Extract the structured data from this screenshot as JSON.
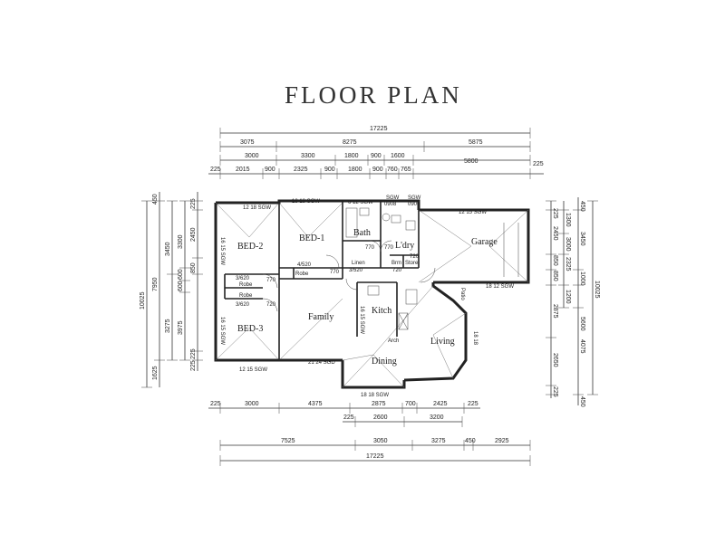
{
  "title": "FLOOR PLAN",
  "rooms": {
    "bed1": "BED-1",
    "bed2": "BED-2",
    "bed3": "BED-3",
    "bath": "Bath",
    "ldry": "L'dry",
    "garage": "Garage",
    "family": "Family",
    "kitch": "Kitch",
    "living": "Living",
    "dining": "Dining",
    "patio": "Patio"
  },
  "labels": {
    "robe1": "Robe",
    "robe2": "Robe",
    "robe3": "Robe",
    "linen": "Linen",
    "brm": "Brm",
    "store": "Store",
    "arch": "Arch",
    "d3620a": "3/620",
    "d3620b": "3/620",
    "d3520": "3/520",
    "d4520": "4/520",
    "d770a": "770",
    "d770b": "770",
    "d770c": "770",
    "d770d": "770",
    "d720a": "720",
    "d720b": "720",
    "d720c": "720",
    "w1218": "12 18 SGW",
    "w1818a": "18 18 SGW",
    "w612": "6 12 SGW",
    "sgw1": "SGW",
    "sgw2": "SGW",
    "w0908": "0908",
    "w0906": "0906",
    "w1215g": "12 15 SGW",
    "w1812": "18 12 SGW",
    "w1215b": "12 15 SGW",
    "w2124": "21 24 SGD",
    "w1818b": "18 18 SGW",
    "w1818c": "18 18",
    "w1615": "16 15 SGW",
    "w1615b": "16 15 SGW",
    "w1615c": "16 15 SGW"
  },
  "top_dims": {
    "row1": [
      "17225"
    ],
    "row2": [
      "3075",
      "8275",
      "5875"
    ],
    "row3": [
      "3000",
      "3300",
      "1800",
      "900",
      "1600",
      "5800"
    ],
    "row4": [
      "225",
      "2015",
      "900",
      "2325",
      "900",
      "1800",
      "900",
      "760",
      "765",
      "225"
    ]
  },
  "bottom_dims": {
    "row1": [
      "225",
      "3000",
      "4375",
      "2875",
      "700",
      "2425",
      "225"
    ],
    "row2": [
      "225",
      "2600",
      "3200"
    ],
    "row3": [
      "7525",
      "3050",
      "3275",
      "450",
      "2925"
    ],
    "row4": [
      "17225"
    ]
  },
  "left_dims": {
    "outer": [
      "10025"
    ],
    "mid": [
      "450",
      "7950",
      "1625"
    ],
    "inner1": [
      "3450",
      "3275"
    ],
    "inner2": [
      "3300",
      "600",
      "600",
      "3975"
    ],
    "inner3": [
      "225",
      "2450",
      "850",
      "225",
      "225"
    ]
  },
  "right_dims": {
    "inner1": [
      "225",
      "2450",
      "850",
      "850",
      "2875",
      "2650",
      "225"
    ],
    "inner2": [
      "1300",
      "3000",
      "2325",
      "1200"
    ],
    "inner3": [
      "450",
      "3450",
      "1000",
      "5600",
      "4075",
      "450"
    ],
    "outer": [
      "10025"
    ]
  }
}
